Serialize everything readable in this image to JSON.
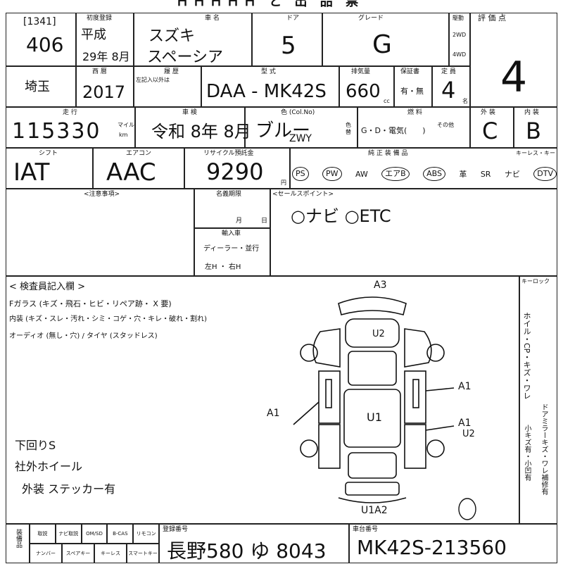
{
  "header": {
    "top_banner": "ＨＨＨＨＨ と 出 品 票",
    "lot_no_bracket": "[1341]",
    "lot_no": "406",
    "first_reg_label": "初度登録",
    "first_reg_era": "平成",
    "first_reg_value": "29年 8月",
    "make_label": "車 名",
    "make_value_line1": "スズキ",
    "make_value_line2": "スペーシア",
    "doors_label": "ドア",
    "doors_value": "5",
    "grade_label": "グレード",
    "grade_value": "G",
    "drive_label": "駆動",
    "drive_opt1": "2WD",
    "drive_opt2": "4WD",
    "score_label": "評 価 点",
    "score_value": "4"
  },
  "row2": {
    "pref_value": "埼玉",
    "year_label": "西 暦",
    "year_value": "2017",
    "history_label": "履 歴",
    "history_note": "左記入以外は",
    "model_label": "型 式",
    "model_value": "DAA - MK42S",
    "cc_label": "排気量",
    "cc_value": "660",
    "cc_unit": "cc",
    "warranty_label": "保証書",
    "warranty_value": "有・無",
    "capacity_label": "定 員",
    "capacity_value": "4",
    "capacity_unit": "名"
  },
  "row3": {
    "mileage_label": "走 行",
    "mileage_value": "115330",
    "mileage_unit_top": "マイル",
    "mileage_unit_bot": "km",
    "inspection_label": "車 検",
    "inspection_value": "令和 8年 8月",
    "color_label": "色 (Col.No)",
    "color_value": "ブルー",
    "color_code": "ZWY",
    "color_change": "色替",
    "fuel_label": "燃 料",
    "fuel_value": "G・D・電気(　　)",
    "fuel_other": "その他",
    "exterior_label": "外 装",
    "exterior_value": "C",
    "interior_label": "内 装",
    "interior_value": "B"
  },
  "row4": {
    "shift_label": "シフト",
    "shift_value": "IAT",
    "aircon_label": "エアコン",
    "aircon_value": "AAC",
    "recycle_label": "リサイクル預託金",
    "recycle_value": "9290",
    "recycle_unit": "円",
    "equip_label": "純 正 装 備 品",
    "equipment": [
      "PS",
      "PW",
      "AW",
      "エアB",
      "ABS",
      "革",
      "SR",
      "ナビ",
      "DTV"
    ],
    "equipment_circled": [
      true,
      true,
      false,
      true,
      true,
      false,
      false,
      false,
      true
    ],
    "keyless_label": "キーレス・キー"
  },
  "notes": {
    "caution_label": "<注意事項>",
    "name_change_label": "名義期限",
    "name_change_month": "月",
    "name_change_day": "日",
    "import_label": "輸入車",
    "import_dealer": "ディーラー・並行",
    "import_hand": "左H ・ 右H",
    "sales_point_label": "<セールスポイント>",
    "sales_point_value": "○ナビ ○ETC"
  },
  "inspector": {
    "title": "< 検査員記入欄 >",
    "glass_line": "Fガラス (キズ・飛石・ヒビ・リペア跡・ X 要)",
    "interior_line": "内装 (キズ・スレ・汚れ・シミ・コゲ・穴・キレ・破れ・割れ)",
    "audio_line": "オーディオ (無し・穴) / タイヤ (スタッドレス)",
    "hand_note_1": "下回りS",
    "hand_note_2": "社外ホイール",
    "hand_note_3": "外装 ステッカー有",
    "diagram_marks": {
      "front_top": "A3",
      "front_u": "U2",
      "roof": "U1",
      "left_side": "A1",
      "right_side_1": "A1",
      "right_side_2": "A1",
      "right_side_3": "U2",
      "rear": "U1A2"
    }
  },
  "right_column": {
    "key_label": "キーロック",
    "vertical_1": "ホイル・CP・キズ・ワレ",
    "vertical_2": "小キズ有・小凹有",
    "vertical_3": "ドアミラーキズ・ワレ補修有"
  },
  "footer": {
    "side_label": "装備品",
    "row1": [
      "取説",
      "ナビ取説",
      "OM/SD",
      "B-CAS",
      "リモコン"
    ],
    "row2": [
      "ナンバー",
      "スペアキー",
      "キーレス",
      "スマートキー"
    ],
    "plate_label": "登録番号",
    "plate_value": "長野580 ゆ 8043",
    "chassis_label": "車台番号",
    "chassis_value": "MK42S-213560"
  }
}
